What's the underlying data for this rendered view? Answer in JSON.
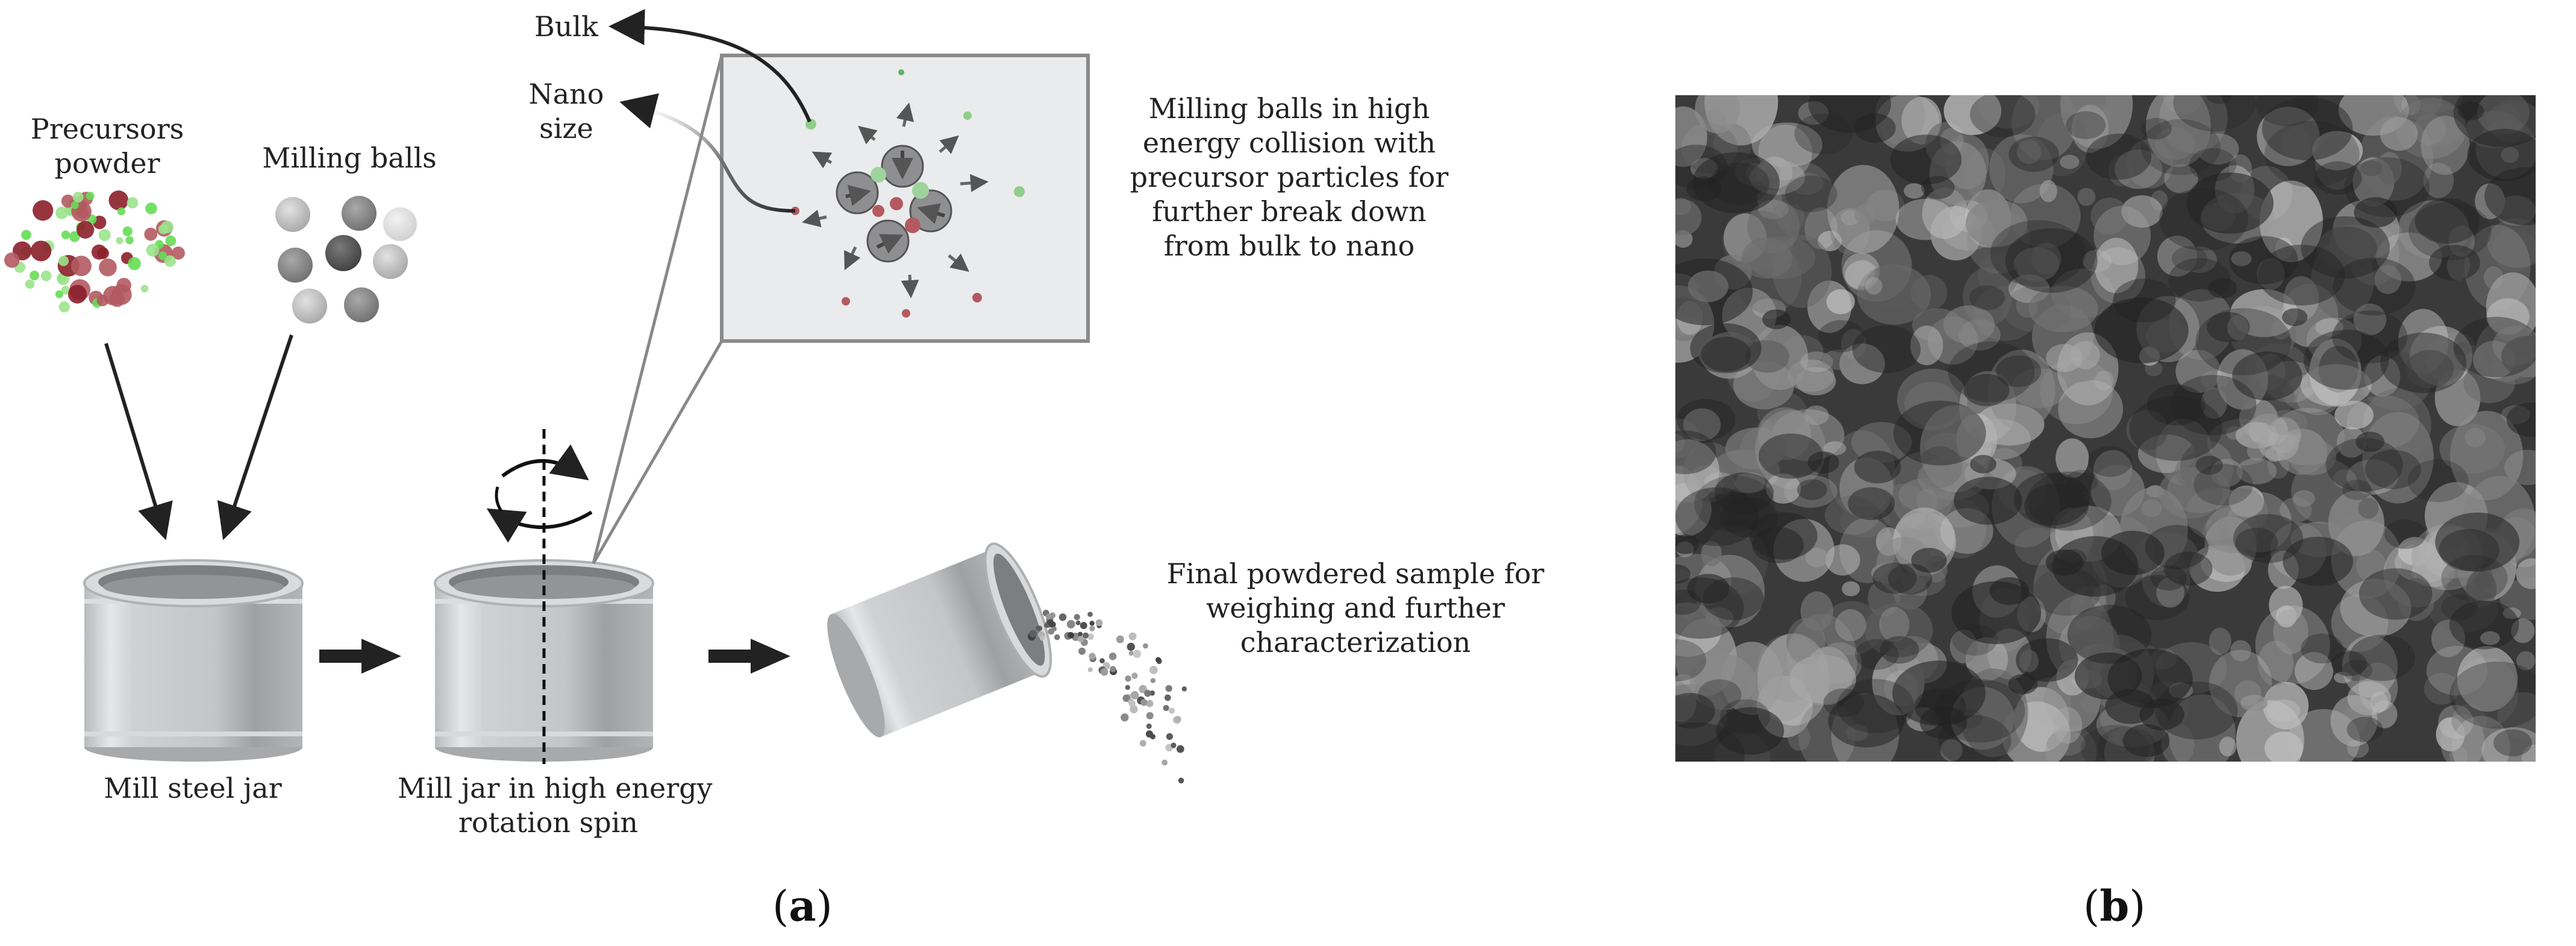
{
  "panel_a": {
    "labels": {
      "precursors_powder": [
        "Precursors",
        "powder"
      ],
      "milling_balls": "Milling balls",
      "mill_steel_jar": "Mill steel jar",
      "mill_jar_rotation": [
        "Mill jar in high energy",
        "rotation spin"
      ],
      "bulk": "Bulk",
      "nano_size": [
        "Nano",
        "size"
      ],
      "collision_description": [
        "Milling balls in high",
        "energy collision with",
        "precursor particles for",
        "further break down",
        "from bulk to nano"
      ],
      "final_sample": [
        "Final powdered sample for",
        "weighing and further",
        "characterization"
      ]
    },
    "caption": {
      "open": "(",
      "letter": "a",
      "close": ")"
    },
    "colors": {
      "precursor_red": "#b35a60",
      "precursor_green": "#66dd55",
      "ball_gray": "#8e8e8e",
      "jar_gray": "#c9cacc",
      "arrow": "#222222"
    }
  },
  "panel_b": {
    "caption": {
      "open": "(",
      "letter": "b",
      "close": ")"
    },
    "image_description_icon": "sem-micrograph"
  }
}
